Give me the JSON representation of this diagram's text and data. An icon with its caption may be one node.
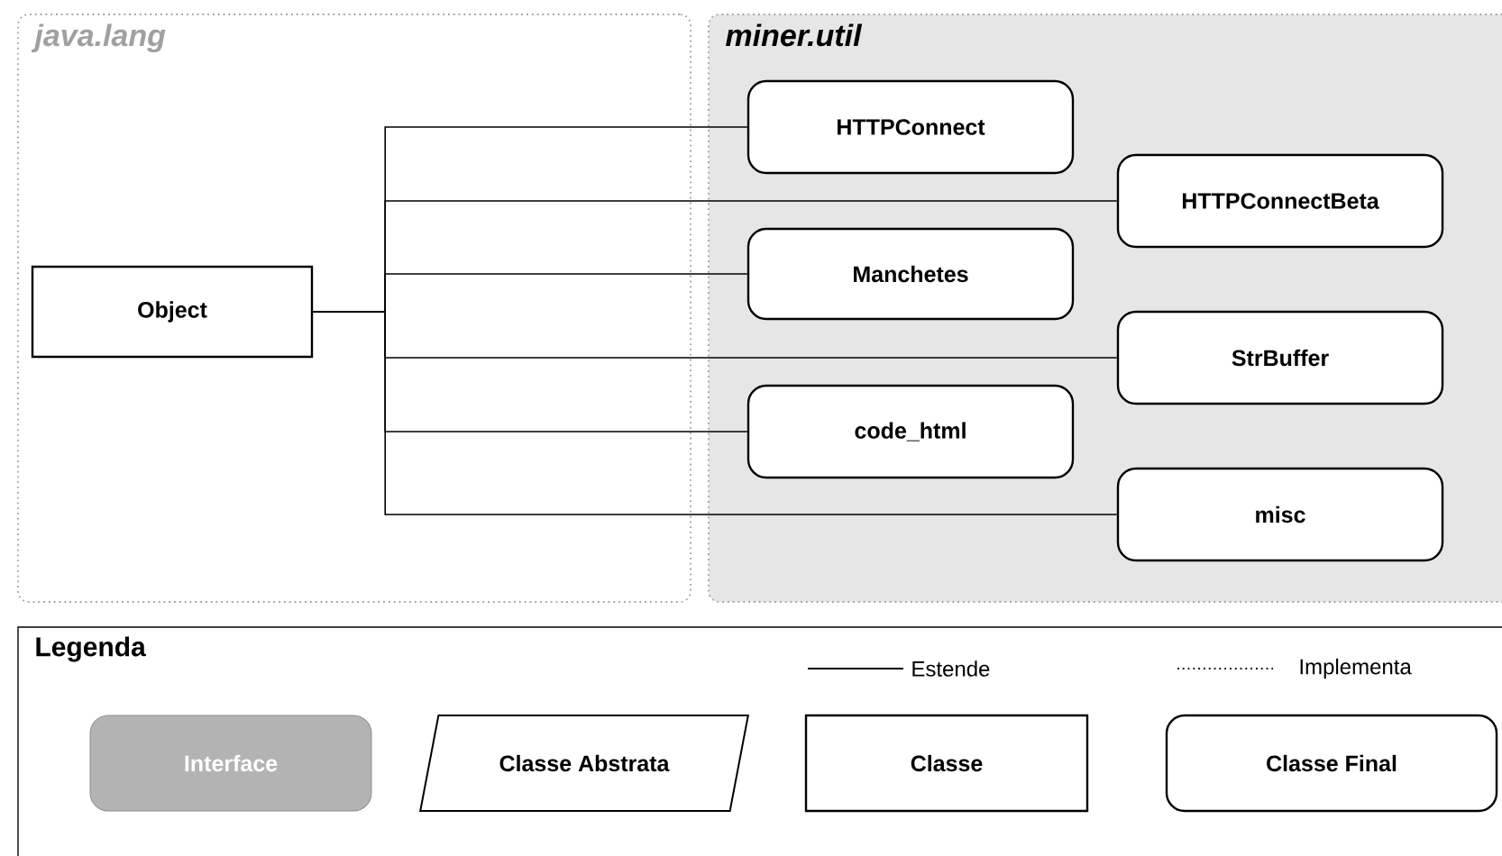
{
  "diagram": {
    "nodes": [
      {
        "text": [
          "java.lang"
        ]
      },
      {
        "text": [
          "miner.util"
        ]
      },
      {
        "text": [
          "Object"
        ],
        "in": 0
      },
      {
        "text": [
          "HTTPConnect"
        ],
        "in": 1
      },
      {
        "text": [
          "HTTPConnectBeta"
        ],
        "in": 1
      },
      {
        "text": [
          "Manchetes"
        ],
        "in": 1
      },
      {
        "text": [
          "StrBuffer"
        ],
        "in": 1
      },
      {
        "text": [
          "code_html"
        ],
        "in": 1
      },
      {
        "text": [
          "misc"
        ],
        "in": 1
      },
      {
        "text": [
          "Legenda"
        ]
      },
      {
        "text": [
          "Interface"
        ],
        "in": 9
      },
      {
        "text": [
          "Classe Abstrata"
        ],
        "in": 9
      },
      {
        "text": [
          "Classe"
        ],
        "in": 9
      },
      {
        "text": [
          "Classe Final"
        ],
        "in": 9
      }
    ],
    "edges": [
      {
        "from": 2,
        "to": 3,
        "arrow": "none"
      },
      {
        "from": 2,
        "to": 4,
        "arrow": "none"
      },
      {
        "from": 2,
        "to": 5,
        "arrow": "none"
      },
      {
        "from": 2,
        "to": 6,
        "arrow": "none"
      },
      {
        "from": 2,
        "to": 7,
        "arrow": "none"
      },
      {
        "from": 2,
        "to": 8,
        "arrow": "none"
      }
    ],
    "legend": [
      {
        "text": "Estende"
      },
      {
        "text": "Implementa"
      }
    ]
  }
}
